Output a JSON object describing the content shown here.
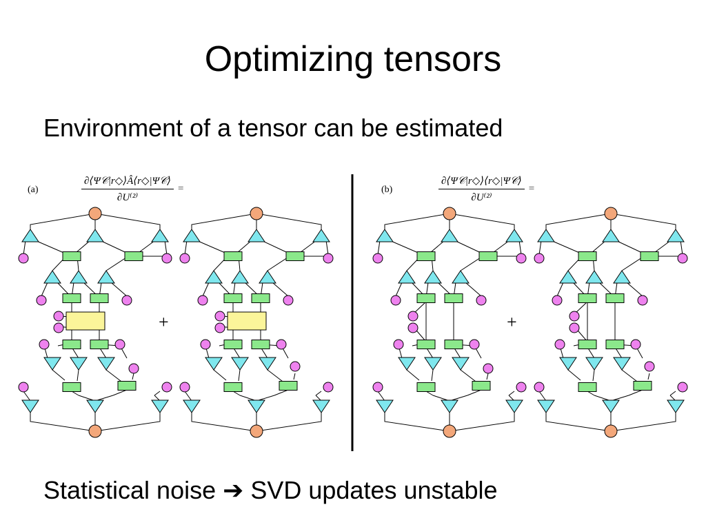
{
  "slide": {
    "title": "Optimizing tensors",
    "subtitle": "Environment of a tensor can be estimated",
    "bottom_text_before": "Statistical noise",
    "arrow_glyph": "➔",
    "bottom_text_after": "SVD updates unstable"
  },
  "panel_a": {
    "label": "(a)",
    "numerator": "∂⟨Ψ𝒞|r◇⟩Â⟨r◇|Ψ𝒞⟩",
    "denominator": "∂U⁽²⁾",
    "equals": "=",
    "plus": "+"
  },
  "panel_b": {
    "label": "(b)",
    "numerator": "∂⟨Ψ𝒞|r◇⟩⟨r◇|Ψ𝒞⟩",
    "denominator": "∂U⁽²⁾",
    "equals": "=",
    "plus": "+"
  },
  "colors": {
    "isometry": "#7fe7ee",
    "disentangler": "#8be88b",
    "site": "#ee82ee",
    "top": "#f3a77a",
    "environment": "#fbf59a",
    "line": "#000000"
  }
}
